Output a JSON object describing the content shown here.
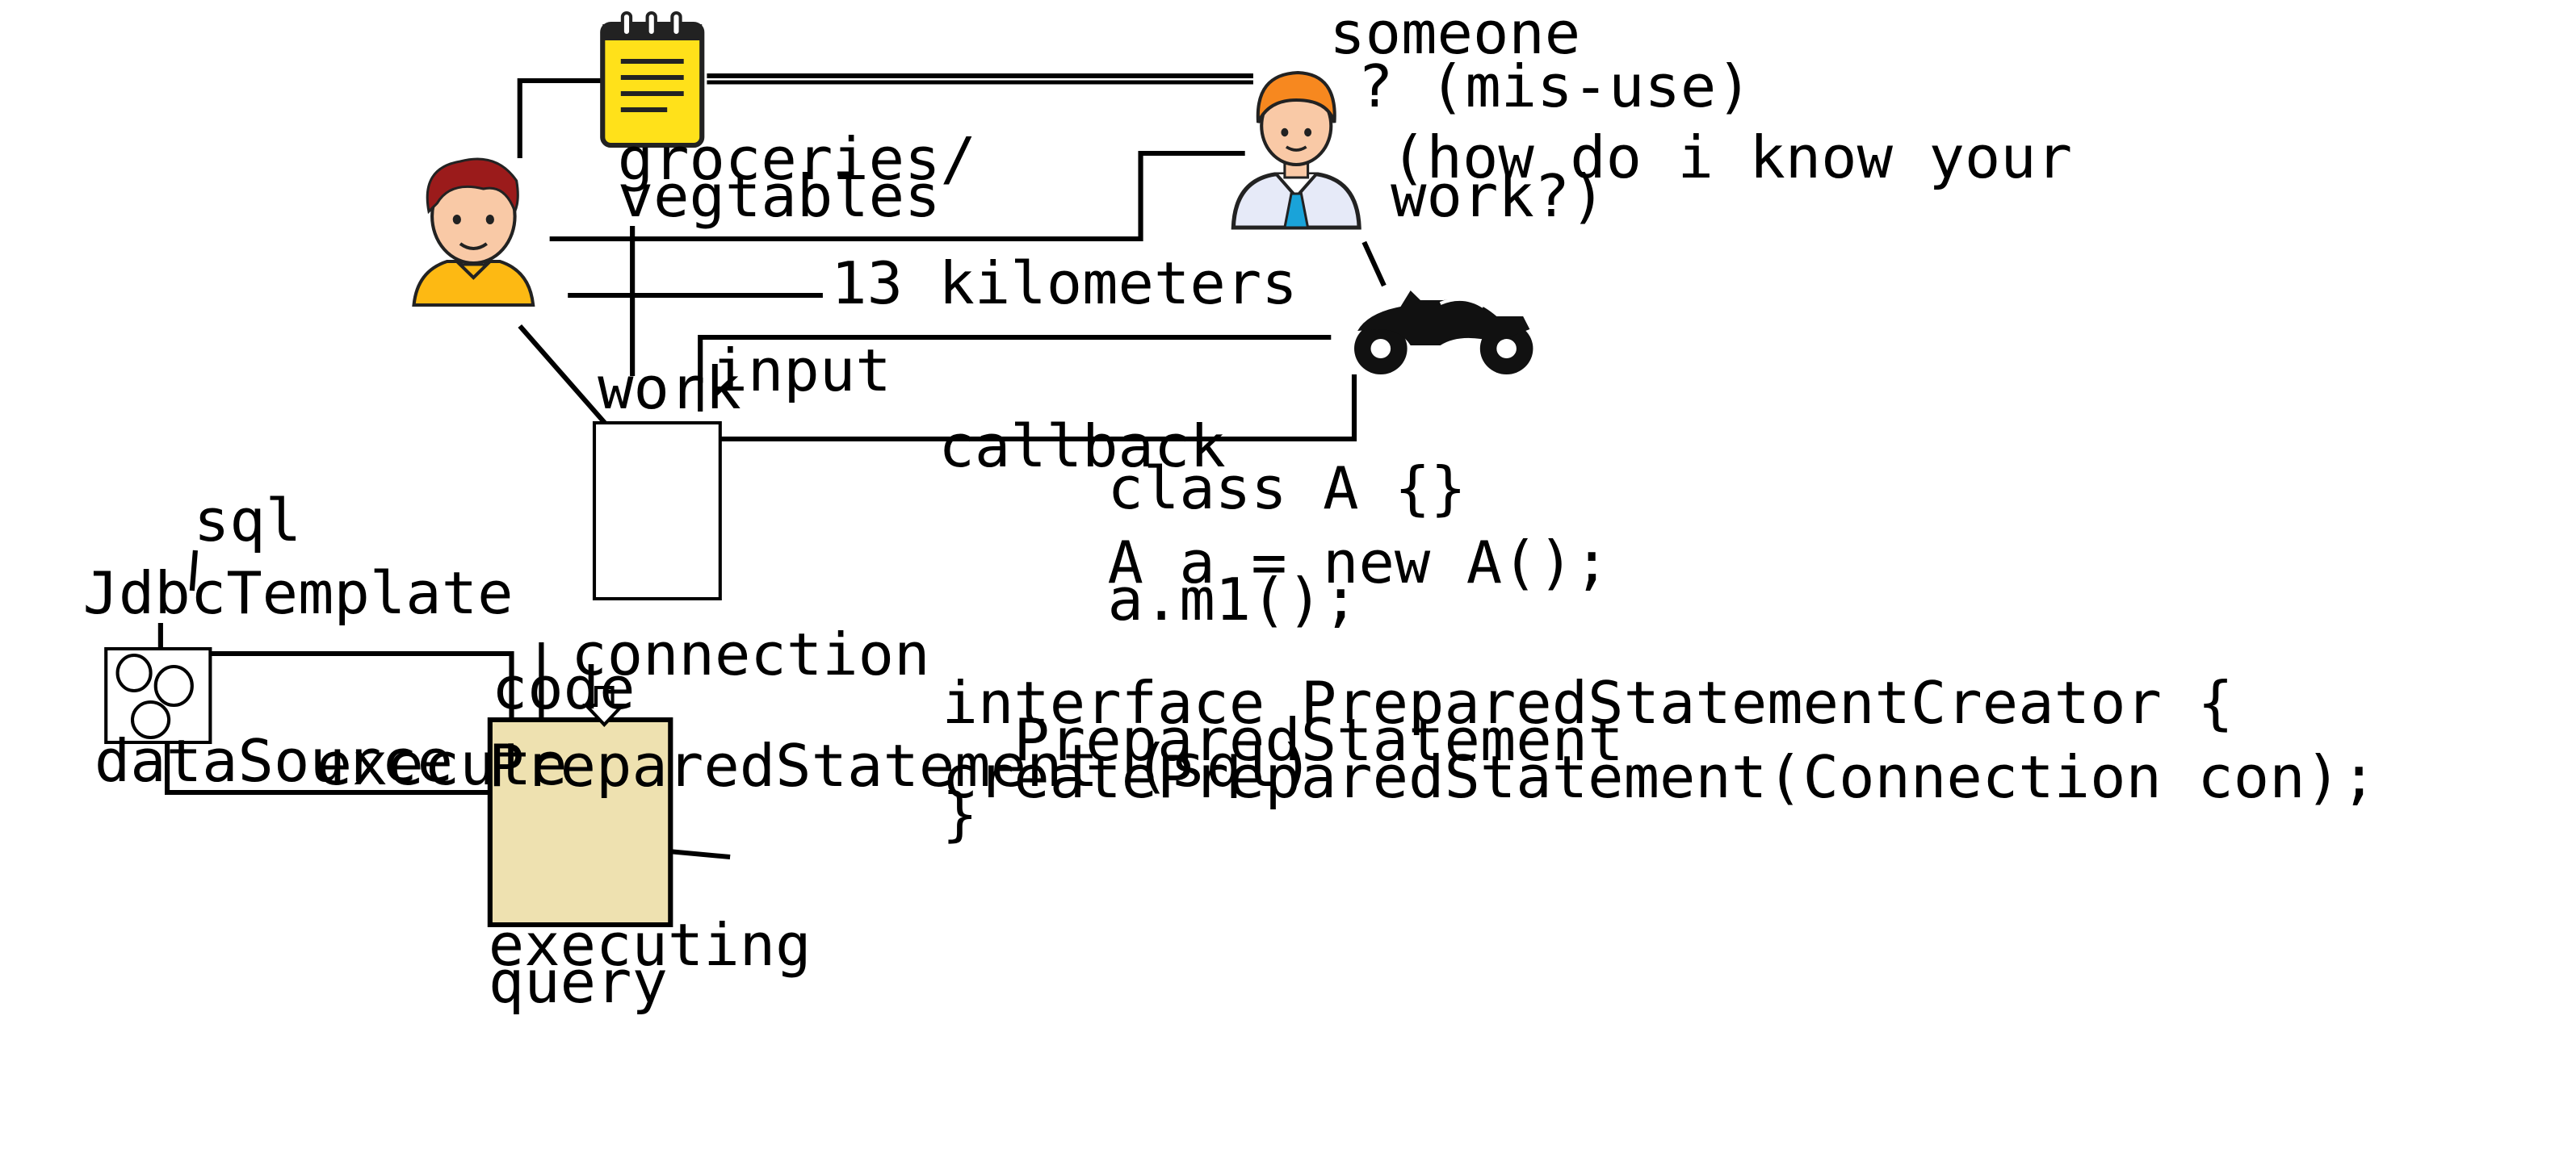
{
  "colors": {
    "ink": "#000000",
    "notepad_yellow": "#FFE11A",
    "query_box_fill": "#EEE1B0",
    "person_hair": "#9B1B1B",
    "person_shirt": "#FDB913",
    "someone_hair": "#F7881F",
    "tie": "#1AA3D9",
    "skin": "#F9C9A6"
  },
  "icons": {
    "notepad": "notepad-icon",
    "person": "person-avatar-icon",
    "someone": "businessman-avatar-icon",
    "motorcycle": "motorcycle-icon",
    "datasource": "datasource-icon",
    "arrow": "down-arrow-icon"
  },
  "labels": {
    "someone": "someone",
    "misuse": "? (mis-use)",
    "how_know_1": "(how do i know your",
    "how_know_2": "work?)",
    "groceries_1": "groceries/",
    "groceries_2": "vegtables",
    "kilometers": "13 kilometers",
    "input": "input",
    "work": "work",
    "callback": "callback",
    "sql": "sql",
    "jdbc_template": "JdbcTemplate",
    "connection": "connection",
    "code": "code",
    "data_source": "dataSource",
    "execute": "execute",
    "prepared_statement": "PreparedStatement (sql)",
    "executing_1": "executing",
    "executing_2": "query"
  },
  "code_snippets": {
    "class_a": [
      "class A {}",
      "",
      "A a = new A();",
      "a.m1();"
    ],
    "interface_psc": [
      "interface PreparedStatementCreator {",
      "  PreparedStatement",
      "createPreparedStatement(Connection con);",
      "}"
    ]
  }
}
